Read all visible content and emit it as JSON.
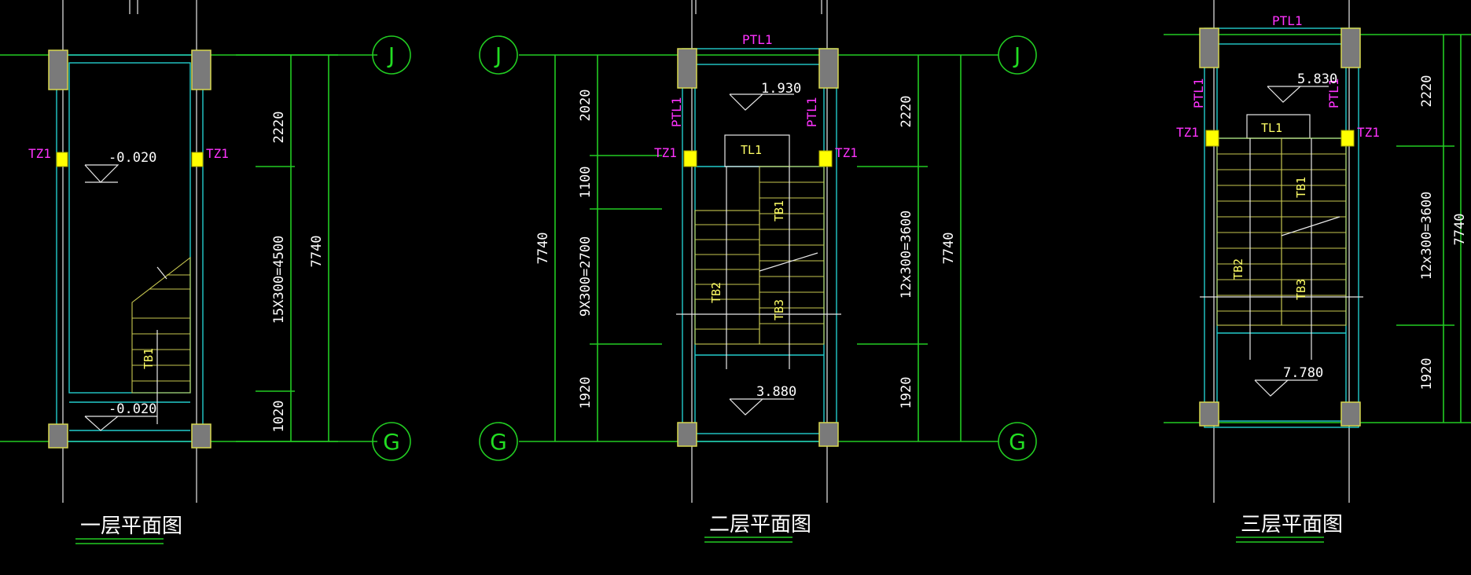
{
  "axes": {
    "top": "J",
    "bottom": "G"
  },
  "plans": [
    {
      "title": "一层平面图",
      "dims_left": [
        "2220",
        "15X300=4500",
        "1020"
      ],
      "dim_total": "7740",
      "levels": [
        "-0.020",
        "-0.020"
      ],
      "tz_left": "TZ1",
      "tz_right": "TZ1",
      "flights": [
        "TB1"
      ]
    },
    {
      "title": "二层平面图",
      "dims_left": [
        "2020",
        "1100",
        "9X300=2700",
        "1920"
      ],
      "dim_total_left": "7740",
      "dims_right": [
        "2220",
        "12x300=3600",
        "1920"
      ],
      "dim_total_right": "7740",
      "levels": [
        "1.930",
        "3.880"
      ],
      "top_beam": "PTL1",
      "side_beams": [
        "PTL1",
        "PTL1"
      ],
      "tz_left": "TZ1",
      "tz_right": "TZ1",
      "landing_beam": "TL1",
      "flights": [
        "TB1",
        "TB2",
        "TB3"
      ]
    },
    {
      "title": "三层平面图",
      "dims_right": [
        "2220",
        "12x300=3600",
        "1920"
      ],
      "dim_total": "7740",
      "levels": [
        "5.830",
        "7.780"
      ],
      "top_beam": "PTL1",
      "side_beams": [
        "PTL1",
        "PTL1"
      ],
      "tz_left": "TZ1",
      "tz_right": "TZ1",
      "landing_beam": "TL1",
      "flights": [
        "TB1",
        "TB2",
        "TB3"
      ]
    }
  ]
}
